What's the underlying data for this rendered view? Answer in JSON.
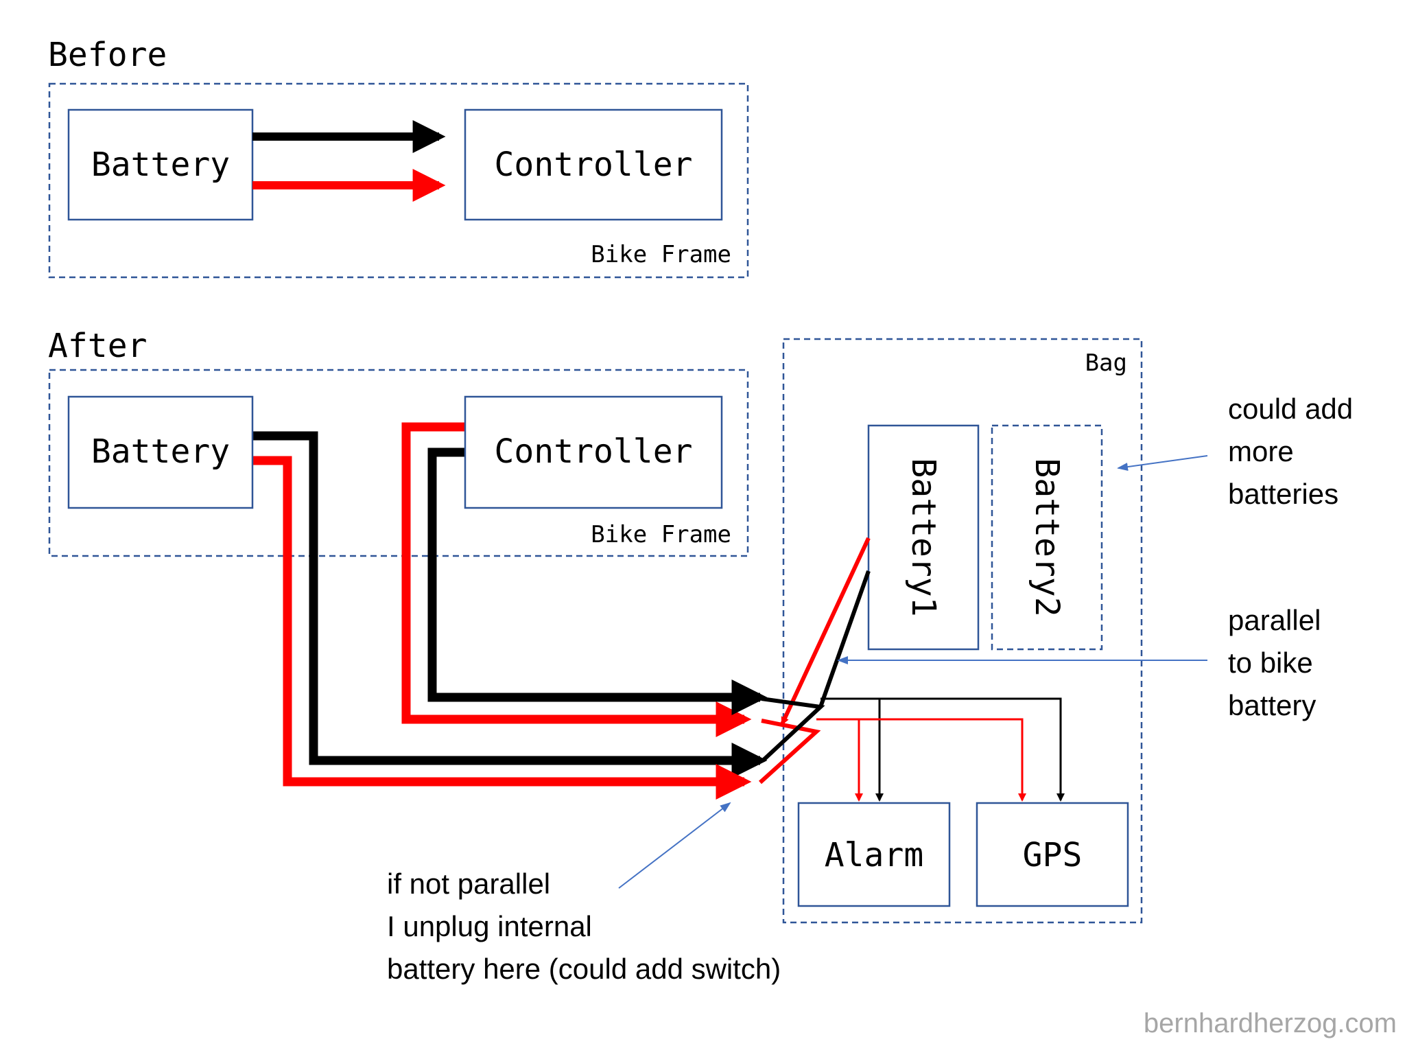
{
  "sections": {
    "before": {
      "title": "Before",
      "frame_label": "Bike Frame",
      "battery_label": "Battery",
      "controller_label": "Controller"
    },
    "after": {
      "title": "After",
      "frame_label": "Bike Frame",
      "battery_label": "Battery",
      "controller_label": "Controller"
    }
  },
  "bag": {
    "label": "Bag",
    "battery1_label": "Battery1",
    "battery2_label": "Battery2",
    "alarm_label": "Alarm",
    "gps_label": "GPS"
  },
  "annotations": {
    "more_batteries": [
      "could add",
      "more",
      "batteries"
    ],
    "parallel": [
      "parallel",
      "to bike",
      "battery"
    ],
    "not_parallel": [
      "if not parallel",
      "I unplug internal",
      "battery here (could add switch)"
    ]
  },
  "watermark": "bernhardherzog.com",
  "colors": {
    "frame_blue": "#2f5597",
    "pointer_blue": "#4472c4",
    "wire_red": "#ff0000",
    "wire_black": "#000000",
    "watermark_gray": "#a6a6a6"
  }
}
